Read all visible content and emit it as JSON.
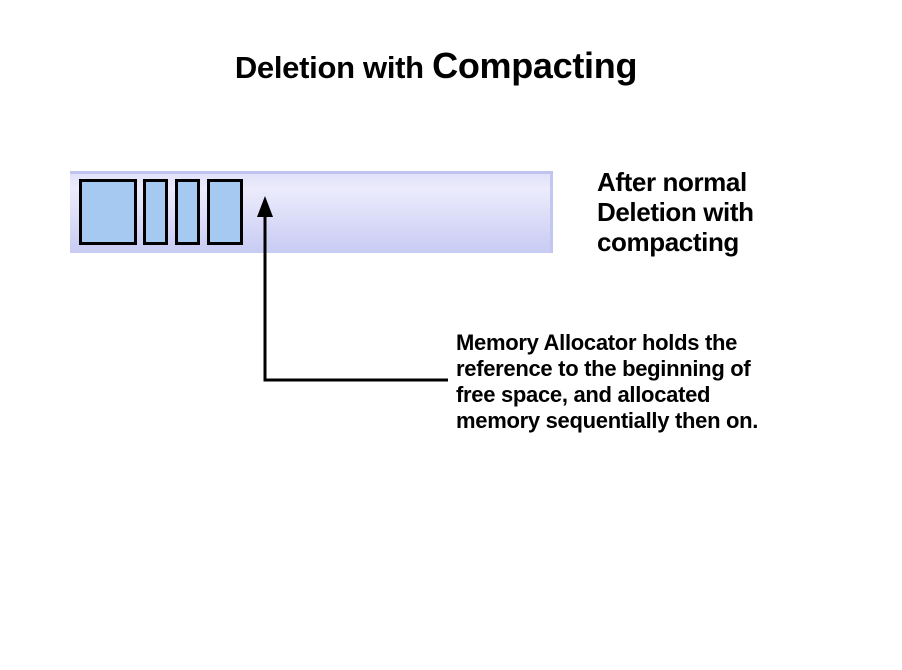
{
  "title": {
    "prefix": "Deletion with ",
    "emphasis": "Compacting"
  },
  "memory_bar": {
    "description": "memory bar after normal deletion with compacting",
    "block_count": 4
  },
  "after_label": {
    "lines": [
      "After normal",
      "Deletion with",
      "compacting"
    ]
  },
  "callout": {
    "lines": [
      "Memory Allocator holds the",
      "reference to the beginning of",
      "free space, and allocated",
      "memory sequentially then on."
    ]
  },
  "colors": {
    "block_fill": "#a6c9f2",
    "block_border": "#000000",
    "bar_gradient_light": "#ecebfc",
    "bar_gradient_dark": "#c8cbf3",
    "arrow": "#000000",
    "text": "#000000",
    "background": "#ffffff"
  }
}
